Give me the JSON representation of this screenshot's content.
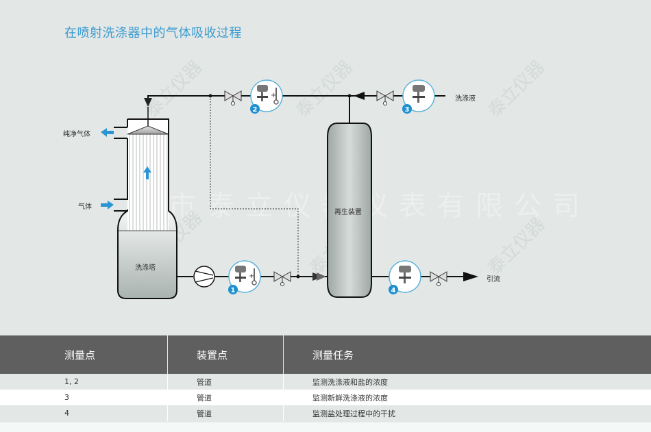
{
  "title": "在喷射洗涤器中的气体吸收过程",
  "labels": {
    "clean_gas": "纯净气体",
    "gas": "气体",
    "scrubber": "洗涤塔",
    "regenerator": "再生装置",
    "wash_liquid": "洗涤液",
    "discharge": "引流"
  },
  "measurement_points": [
    {
      "number": "1",
      "icons": [
        "transmitter-icon",
        "temperature-sensor-icon"
      ]
    },
    {
      "number": "2",
      "icons": [
        "transmitter-icon",
        "temperature-sensor-icon"
      ]
    },
    {
      "number": "3",
      "icons": [
        "transmitter-icon"
      ]
    },
    {
      "number": "4",
      "icons": [
        "transmitter-icon"
      ]
    }
  ],
  "watermarks": {
    "large": "州市泰立仪器仪表有限公司",
    "small": "泰立仪器"
  },
  "colors": {
    "accent": "#3a9bd0",
    "badge": "#1e8fd0",
    "table_header": "#5f5f5f",
    "background": "#e3e7e6"
  },
  "table": {
    "headers": [
      "测量点",
      "装置点",
      "测量任务"
    ],
    "rows": [
      [
        "1, 2",
        "管道",
        "监测洗涤液和盐的浓度"
      ],
      [
        "3",
        "管道",
        "监测新鲜洗涤液的浓度"
      ],
      [
        "4",
        "管道",
        "监测盐处理过程中的干扰"
      ]
    ]
  }
}
